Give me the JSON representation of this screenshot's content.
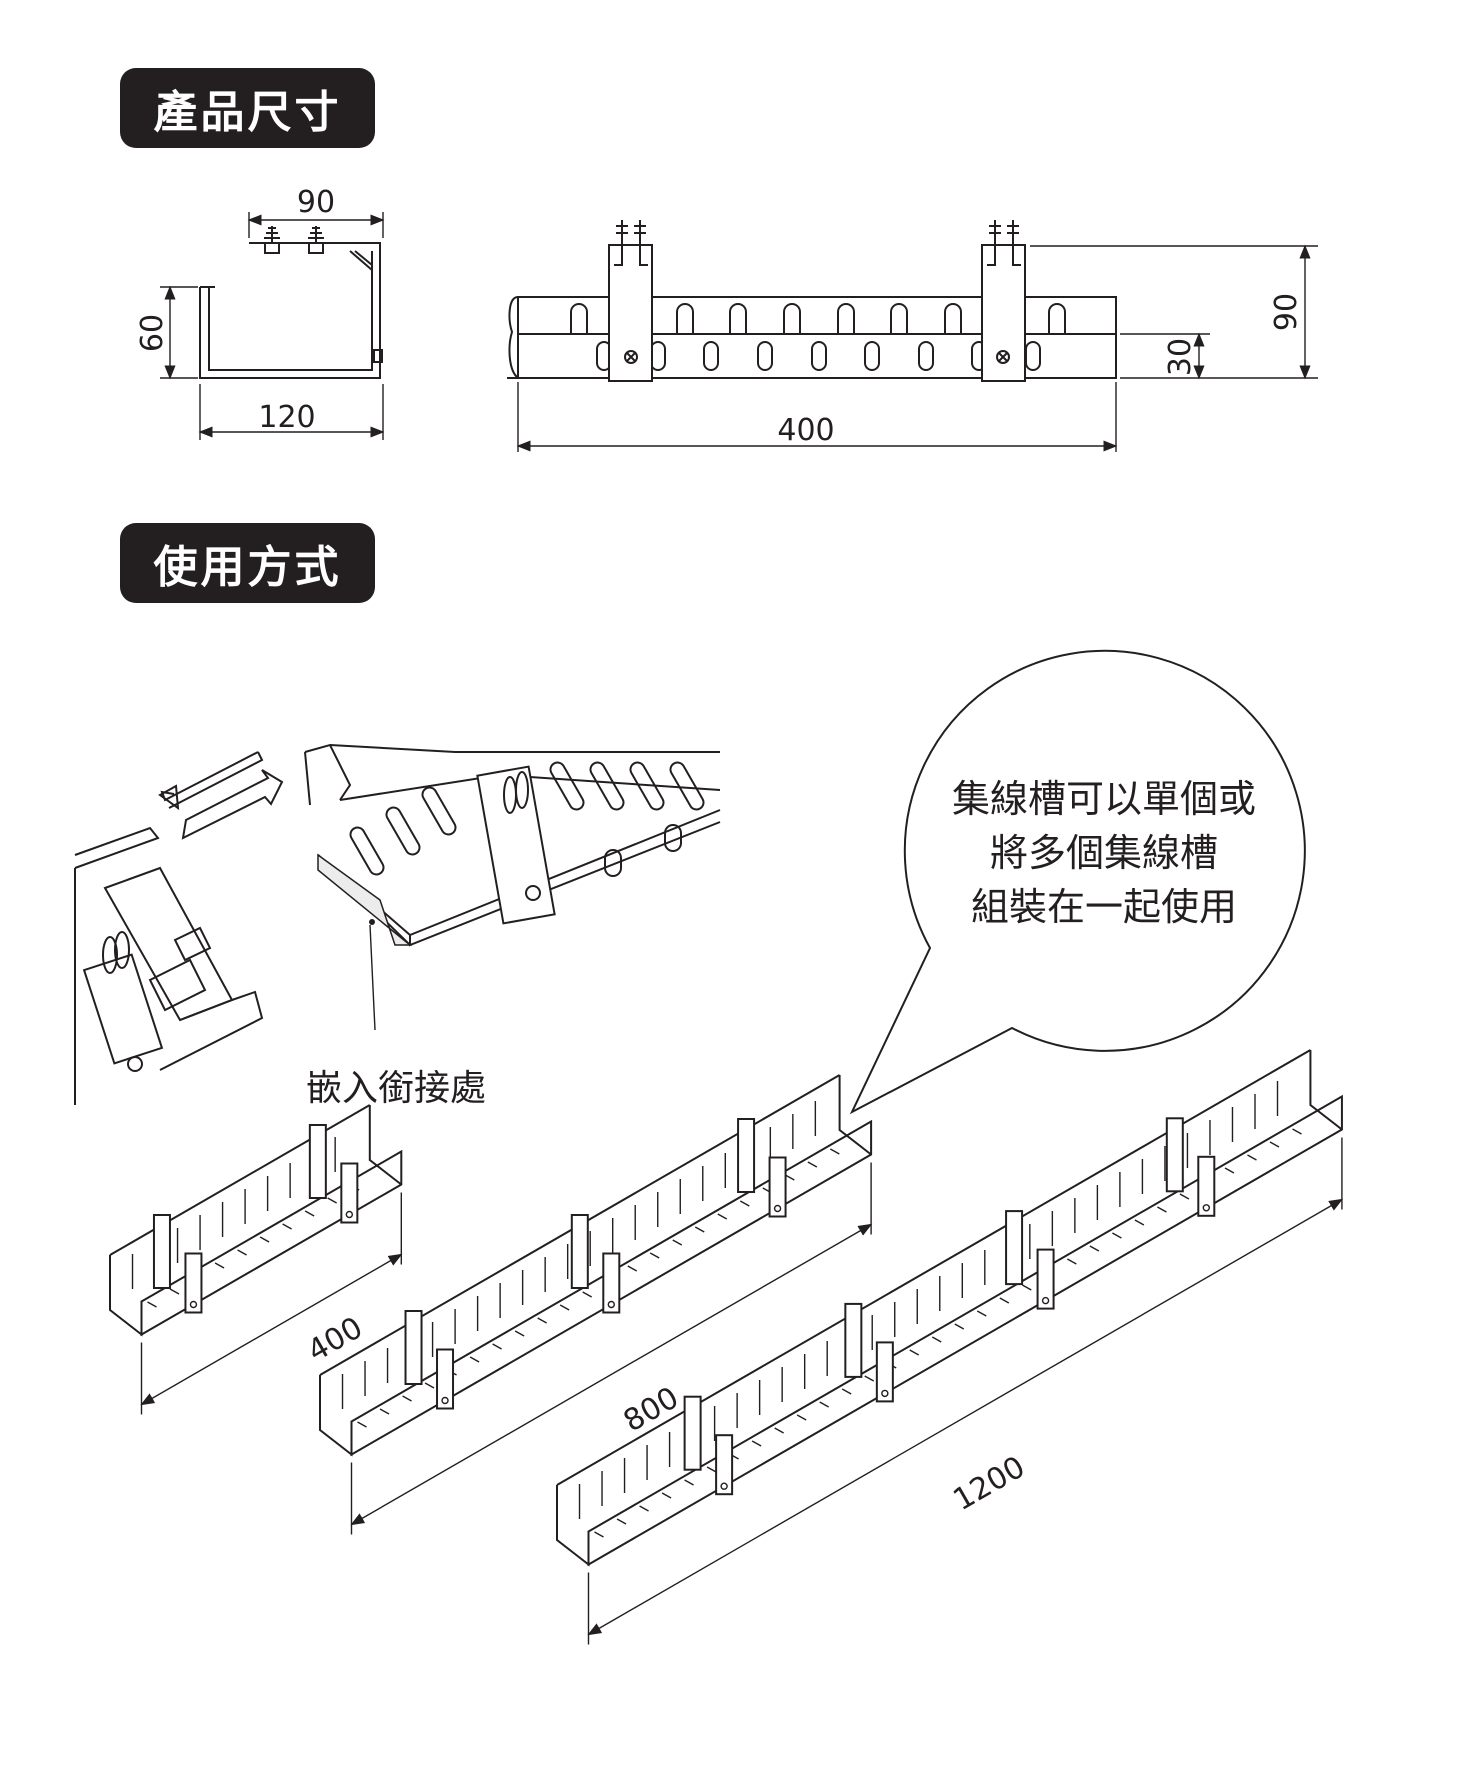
{
  "sections": {
    "size_title": "產品尺寸",
    "usage_title": "使用方式"
  },
  "dimensions": {
    "side_top": "90",
    "side_height": "60",
    "side_width": "120",
    "front_length": "400",
    "front_height": "90",
    "front_inner": "30"
  },
  "usage": {
    "joint_label": "嵌入銜接處",
    "bubble_lines": [
      "集線槽可以單個或",
      "將多個集線槽",
      "組裝在一起使用"
    ],
    "lengths": [
      "400",
      "800",
      "1200"
    ]
  },
  "colors": {
    "ink": "#231f20",
    "badge_bg": "#231f20",
    "badge_text": "#ffffff"
  }
}
